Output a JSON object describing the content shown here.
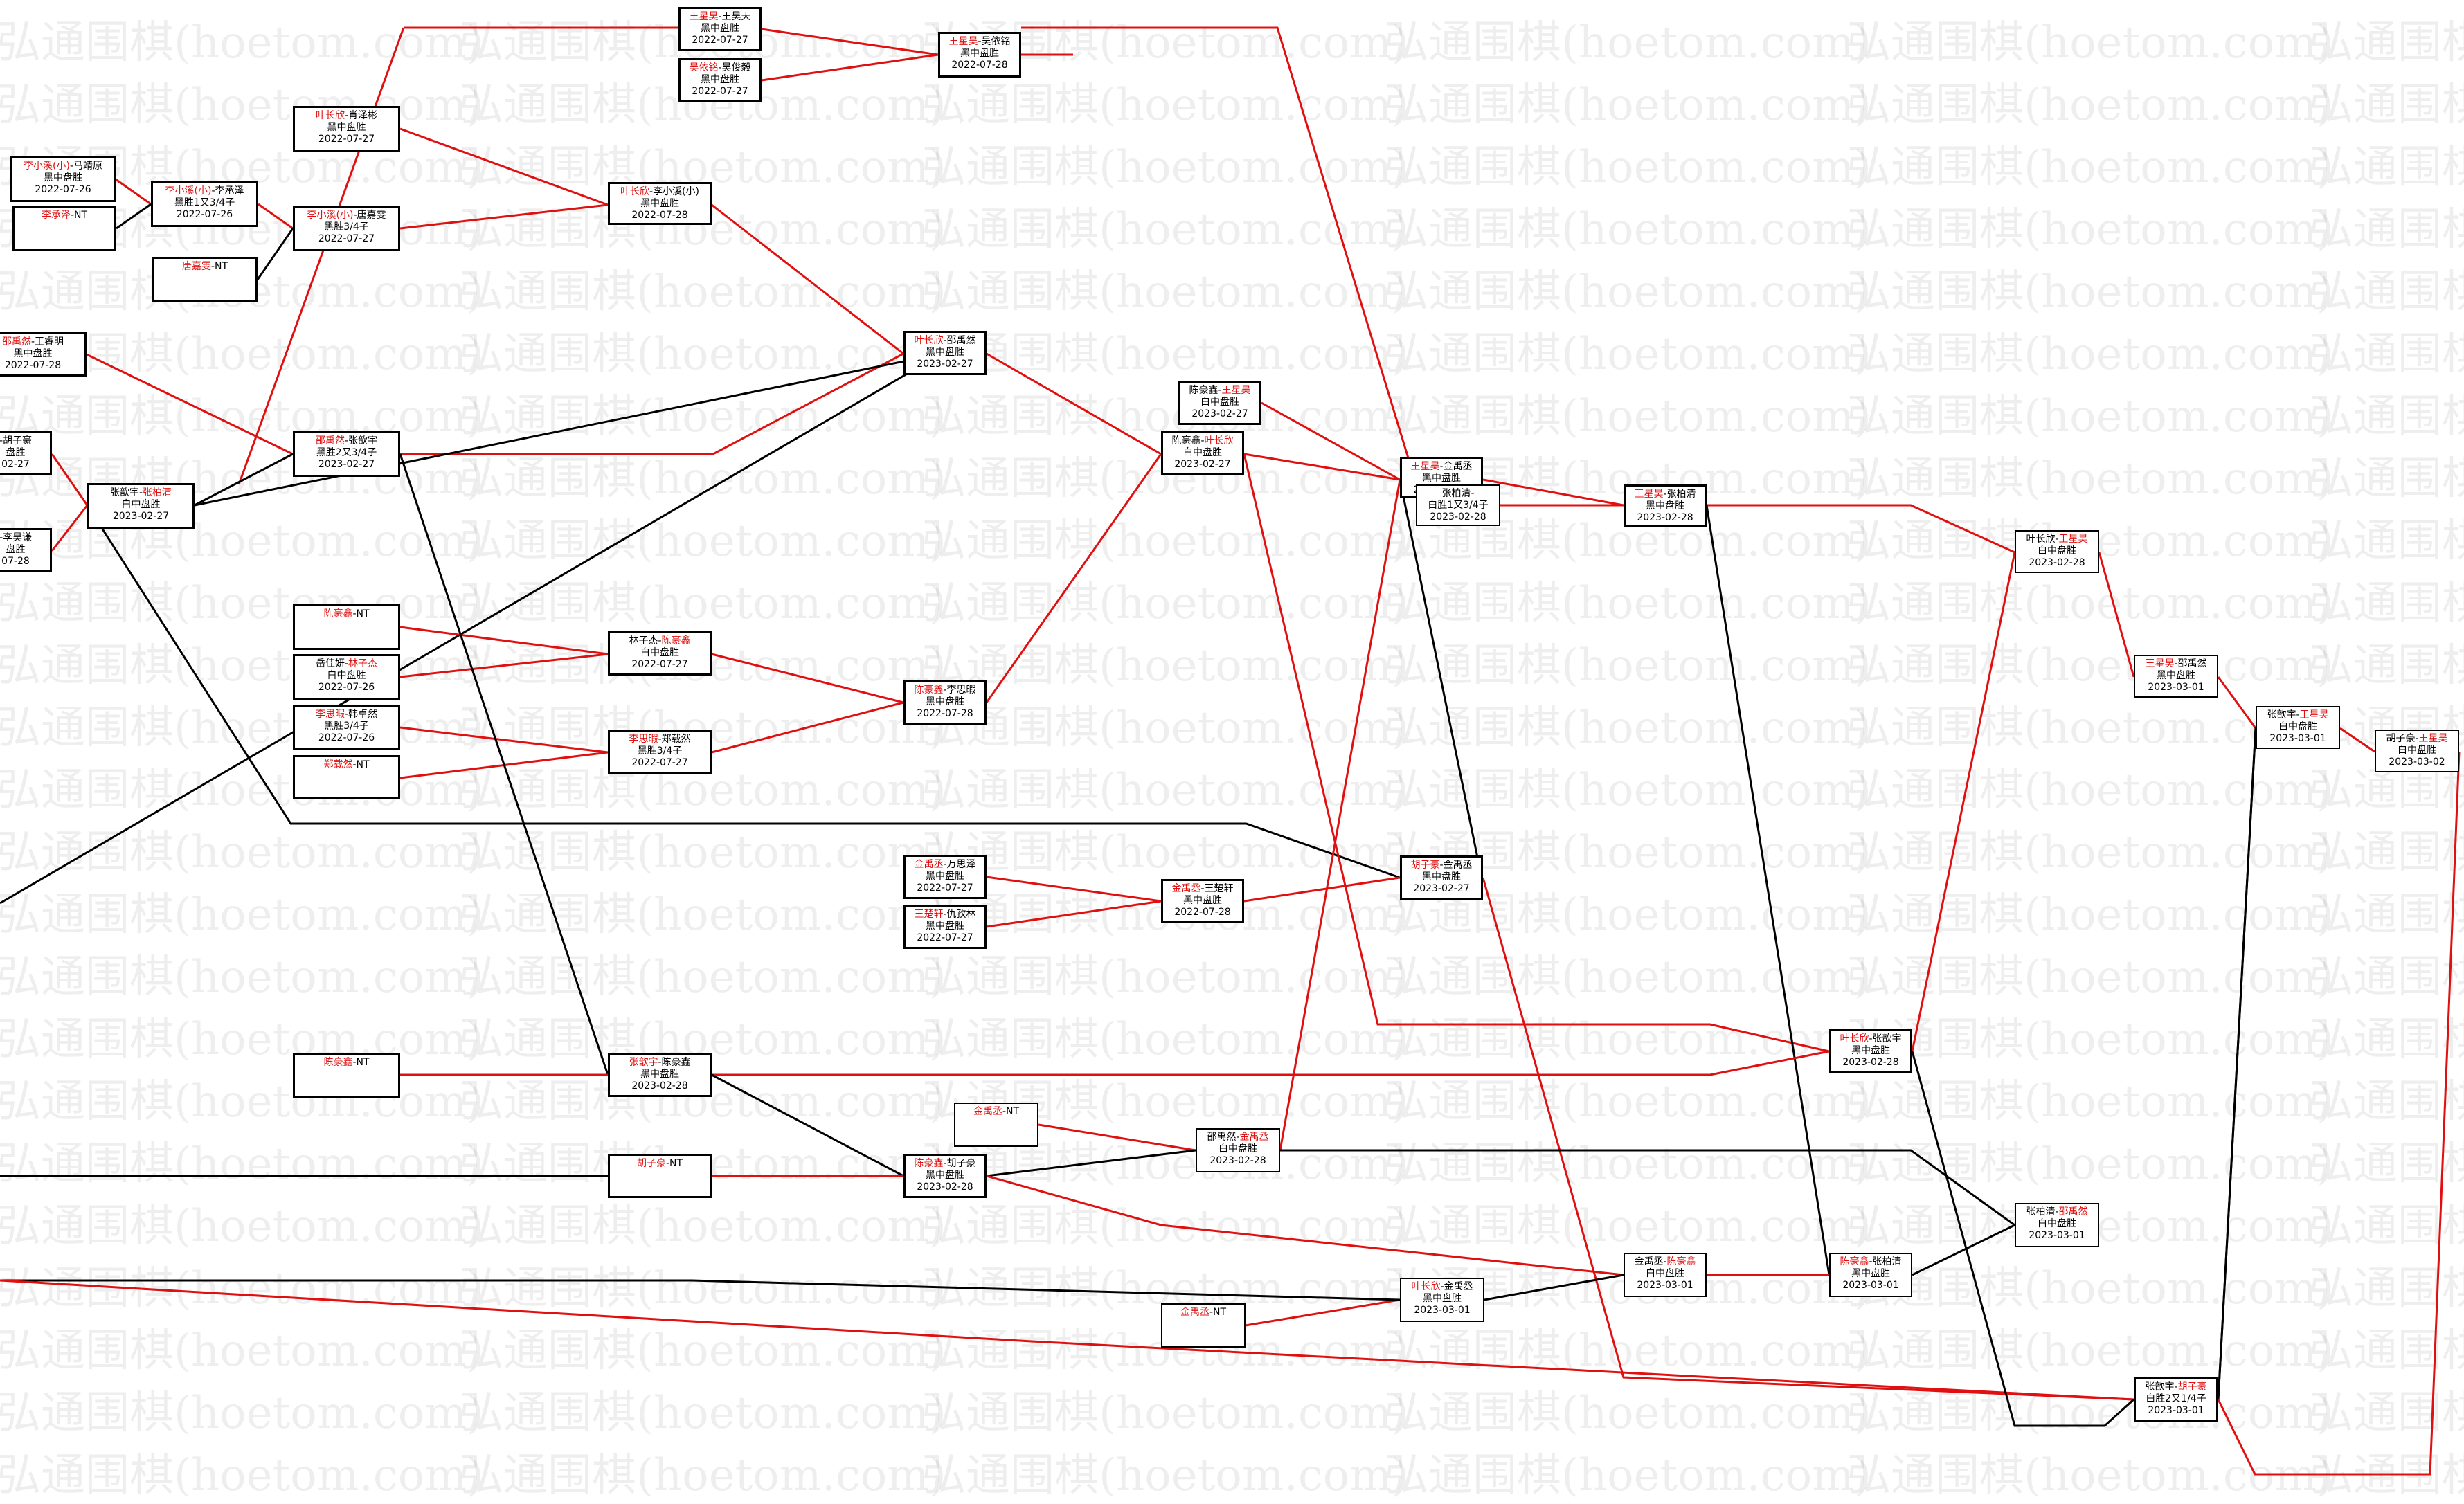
{
  "watermark": "弘通围棋(hoetom.com)",
  "colors": {
    "red": "#e01010",
    "black": "#000000"
  },
  "nodes": [
    {
      "id": "n1",
      "p1": "王星昊",
      "p2": "王昊天",
      "winner": 1,
      "result": "黑中盘胜",
      "date": "2022-07-27"
    },
    {
      "id": "n2",
      "p1": "吴依铭",
      "p2": "吴俊毅",
      "winner": 1,
      "result": "黑中盘胜",
      "date": "2022-07-27"
    },
    {
      "id": "n3",
      "p1": "王星昊",
      "p2": "吴依铭",
      "winner": 1,
      "result": "黑中盘胜",
      "date": "2022-07-28"
    },
    {
      "id": "n4",
      "p1": "叶长欣",
      "p2": "肖泽彬",
      "winner": 1,
      "result": "黑中盘胜",
      "date": "2022-07-27"
    },
    {
      "id": "n5",
      "p1": "李小溪(小)",
      "p2": "马靖原",
      "winner": 1,
      "result": "黑中盘胜",
      "date": "2022-07-26"
    },
    {
      "id": "n6",
      "p1": "李承泽",
      "p2": "NT",
      "winner": 1,
      "result": "",
      "date": ""
    },
    {
      "id": "n7",
      "p1": "李小溪(小)",
      "p2": "李承泽",
      "winner": 1,
      "result": "黑胜1又3/4子",
      "date": "2022-07-26"
    },
    {
      "id": "n8",
      "p1": "李小溪(小)",
      "p2": "唐嘉雯",
      "winner": 1,
      "result": "黑胜3/4子",
      "date": "2022-07-27"
    },
    {
      "id": "n9",
      "p1": "唐嘉雯",
      "p2": "NT",
      "winner": 1,
      "result": "",
      "date": ""
    },
    {
      "id": "n10",
      "p1": "叶长欣",
      "p2": "李小溪(小)",
      "winner": 1,
      "result": "黑中盘胜",
      "date": "2022-07-28"
    },
    {
      "id": "n11",
      "p1": "邵禹然",
      "p2": "王睿明",
      "winner": 1,
      "result": "黑中盘胜",
      "date": "2022-07-28"
    },
    {
      "id": "n12",
      "p1": "叶长欣",
      "p2": "邵禹然",
      "winner": 1,
      "result": "黑中盘胜",
      "date": "2023-02-27"
    },
    {
      "id": "n13",
      "p1": "邵禹然",
      "p2": "张歆宇",
      "winner": 1,
      "result": "黑胜2又3/4子",
      "date": "2023-02-27"
    },
    {
      "id": "n14",
      "p1": "",
      "p2": "胡子豪",
      "winner": 0,
      "result": "盘胜",
      "date": "02-27"
    },
    {
      "id": "n15",
      "p1": "",
      "p2": "李昊谦",
      "winner": 0,
      "result": "盘胜",
      "date": "07-28"
    },
    {
      "id": "n16",
      "p1": "张歆宇",
      "p2": "张柏清",
      "winner": 2,
      "result": "白中盘胜",
      "date": "2023-02-27"
    },
    {
      "id": "n17",
      "p1": "陈豪鑫",
      "p2": "王星昊",
      "winner": 2,
      "result": "白中盘胜",
      "date": "2023-02-27"
    },
    {
      "id": "n18",
      "p1": "陈豪鑫",
      "p2": "叶长欣",
      "winner": 2,
      "result": "白中盘胜",
      "date": "2023-02-27"
    },
    {
      "id": "n19",
      "p1": "陈豪鑫",
      "p2": "NT",
      "winner": 1,
      "result": "",
      "date": ""
    },
    {
      "id": "n20",
      "p1": "岳佳妍",
      "p2": "林子杰",
      "winner": 2,
      "result": "白中盘胜",
      "date": "2022-07-26"
    },
    {
      "id": "n21",
      "p1": "林子杰",
      "p2": "陈豪鑫",
      "winner": 2,
      "result": "白中盘胜",
      "date": "2022-07-27"
    },
    {
      "id": "n22",
      "p1": "李思暇",
      "p2": "韩卓然",
      "winner": 1,
      "result": "黑胜3/4子",
      "date": "2022-07-26"
    },
    {
      "id": "n23",
      "p1": "郑载然",
      "p2": "NT",
      "winner": 1,
      "result": "",
      "date": ""
    },
    {
      "id": "n24",
      "p1": "李思暇",
      "p2": "郑载然",
      "winner": 1,
      "result": "黑胜3/4子",
      "date": "2022-07-27"
    },
    {
      "id": "n25",
      "p1": "陈豪鑫",
      "p2": "李思暇",
      "winner": 1,
      "result": "黑中盘胜",
      "date": "2022-07-28"
    },
    {
      "id": "n26",
      "p1": "王星昊",
      "p2": "金禹丞",
      "winner": 1,
      "result": "黑中盘胜",
      "date": "2023-02-28"
    },
    {
      "id": "n27",
      "p1": "张柏清",
      "p2": "",
      "winner": 2,
      "result": "白胜1又3/4子",
      "date": "2023-02-28"
    },
    {
      "id": "n28",
      "p1": "王星昊",
      "p2": "张柏清",
      "winner": 1,
      "result": "黑中盘胜",
      "date": "2023-02-28"
    },
    {
      "id": "n29",
      "p1": "叶长欣",
      "p2": "王星昊",
      "winner": 2,
      "result": "白中盘胜",
      "date": "2023-02-28"
    },
    {
      "id": "n30",
      "p1": "王星昊",
      "p2": "邵禹然",
      "winner": 1,
      "result": "黑中盘胜",
      "date": "2023-03-01"
    },
    {
      "id": "n31",
      "p1": "张歆宇",
      "p2": "王星昊",
      "winner": 2,
      "result": "白中盘胜",
      "date": "2023-03-01"
    },
    {
      "id": "n32",
      "p1": "胡子豪",
      "p2": "王星昊",
      "winner": 2,
      "result": "白中盘胜",
      "date": "2023-03-02"
    },
    {
      "id": "n33",
      "p1": "金禹丞",
      "p2": "万思泽",
      "winner": 1,
      "result": "黑中盘胜",
      "date": "2022-07-27"
    },
    {
      "id": "n34",
      "p1": "王楚轩",
      "p2": "仇孜林",
      "winner": 1,
      "result": "黑中盘胜",
      "date": "2022-07-27"
    },
    {
      "id": "n35",
      "p1": "金禹丞",
      "p2": "王楚轩",
      "winner": 1,
      "result": "黑中盘胜",
      "date": "2022-07-28"
    },
    {
      "id": "n36",
      "p1": "胡子豪",
      "p2": "金禹丞",
      "winner": 1,
      "result": "黑中盘胜",
      "date": "2023-02-27"
    },
    {
      "id": "n37",
      "p1": "叶长欣",
      "p2": "张歆宇",
      "winner": 1,
      "result": "黑中盘胜",
      "date": "2023-02-28"
    },
    {
      "id": "n38",
      "p1": "陈豪鑫",
      "p2": "NT",
      "winner": 1,
      "result": "",
      "date": ""
    },
    {
      "id": "n39",
      "p1": "张歆宇",
      "p2": "陈豪鑫",
      "winner": 1,
      "result": "黑中盘胜",
      "date": "2023-02-28"
    },
    {
      "id": "n40",
      "p1": "金禹丞",
      "p2": "NT",
      "winner": 1,
      "result": "",
      "date": ""
    },
    {
      "id": "n41",
      "p1": "邵禹然",
      "p2": "金禹丞",
      "winner": 2,
      "result": "白中盘胜",
      "date": "2023-02-28"
    },
    {
      "id": "n42",
      "p1": "胡子豪",
      "p2": "NT",
      "winner": 1,
      "result": "",
      "date": ""
    },
    {
      "id": "n43",
      "p1": "陈豪鑫",
      "p2": "胡子豪",
      "winner": 1,
      "result": "黑中盘胜",
      "date": "2023-02-28"
    },
    {
      "id": "n44",
      "p1": "张柏清",
      "p2": "邵禹然",
      "winner": 2,
      "result": "白中盘胜",
      "date": "2023-03-01"
    },
    {
      "id": "n45",
      "p1": "金禹丞",
      "p2": "陈豪鑫",
      "winner": 2,
      "result": "白中盘胜",
      "date": "2023-03-01"
    },
    {
      "id": "n46",
      "p1": "陈豪鑫",
      "p2": "张柏清",
      "winner": 1,
      "result": "黑中盘胜",
      "date": "2023-03-01"
    },
    {
      "id": "n47",
      "p1": "金禹丞",
      "p2": "NT",
      "winner": 1,
      "result": "",
      "date": ""
    },
    {
      "id": "n48",
      "p1": "叶长欣",
      "p2": "金禹丞",
      "winner": 1,
      "result": "黑中盘胜",
      "date": "2023-03-01"
    },
    {
      "id": "n49",
      "p1": "张歆宇",
      "p2": "胡子豪",
      "winner": 2,
      "result": "白胜2又1/4子",
      "date": "2023-03-01"
    }
  ]
}
